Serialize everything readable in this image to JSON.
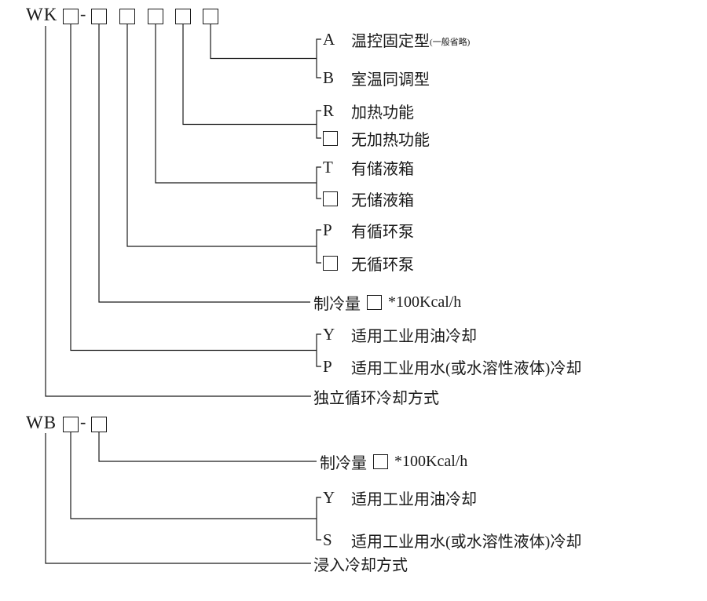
{
  "wk": {
    "prefix": "WK",
    "dash": "-",
    "options": {
      "temp_fixed": {
        "key": "A",
        "label": "温控固定型",
        "note": "(一般省略)"
      },
      "temp_sync": {
        "key": "B",
        "label": "室温同调型"
      },
      "heat": {
        "key": "R",
        "label": "加热功能"
      },
      "no_heat": {
        "label": "无加热功能"
      },
      "tank": {
        "key": "T",
        "label": "有储液箱"
      },
      "no_tank": {
        "label": "无储液箱"
      },
      "pump": {
        "key": "P",
        "label": "有循环泵"
      },
      "no_pump": {
        "label": "无循环泵"
      },
      "capacity": {
        "prefix": "制冷量",
        "suffix": "*100Kcal/h"
      },
      "oil": {
        "key": "Y",
        "label": "适用工业用油冷却"
      },
      "water": {
        "key": "P",
        "label": "适用工业用水(或水溶性液体)冷却"
      },
      "base": {
        "label": "独立循环冷却方式"
      }
    }
  },
  "wb": {
    "prefix": "WB",
    "dash": "-",
    "options": {
      "capacity": {
        "prefix": "制冷量",
        "suffix": "*100Kcal/h"
      },
      "oil": {
        "key": "Y",
        "label": "适用工业用油冷却"
      },
      "water": {
        "key": "S",
        "label": "适用工业用水(或水溶性液体)冷却"
      },
      "base": {
        "label": "浸入冷却方式"
      }
    }
  }
}
